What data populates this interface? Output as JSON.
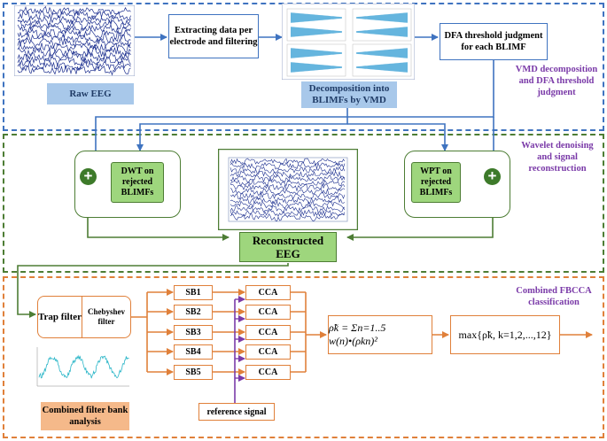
{
  "sections": {
    "vmd_label": "VMD decomposition and DFA threshold judgment",
    "wavelet_label": "Wavelet denoising and signal reconstruction",
    "fbcca_label": "Combined FBCCA classification"
  },
  "vmd": {
    "raw_eeg": "Raw EEG",
    "extract": "Extracting data per electrode and filtering",
    "decomp": "Decomposition into BLIMFs by VMD",
    "dfa": "DFA threshold judgment for each BLIMF"
  },
  "wavelet": {
    "dwt": "DWT on rejected BLIMFs",
    "wpt": "WPT on rejected BLIMFs",
    "plus_symbol": "+",
    "reconstructed": "Reconstructed EEG"
  },
  "fbcca": {
    "trap_filter": "Trap filter",
    "chebyshev": "Chebyshev filter",
    "subbands": [
      "SB1",
      "SB2",
      "SB3",
      "SB4",
      "SB5"
    ],
    "cca": "CCA",
    "reference": "reference signal",
    "combined_filter": "Combined filter bank analysis",
    "formula_sum": "ρ̃k = Σn=1..5 w(n)•(ρkn)²",
    "formula_max": "max{ρ̃k, k=1,2,...,12}"
  },
  "colors": {
    "blue_border": "#3f73c0",
    "green_border": "#4d7d34",
    "orange_border": "#e0803a",
    "purple_label": "#7a3aa8"
  }
}
